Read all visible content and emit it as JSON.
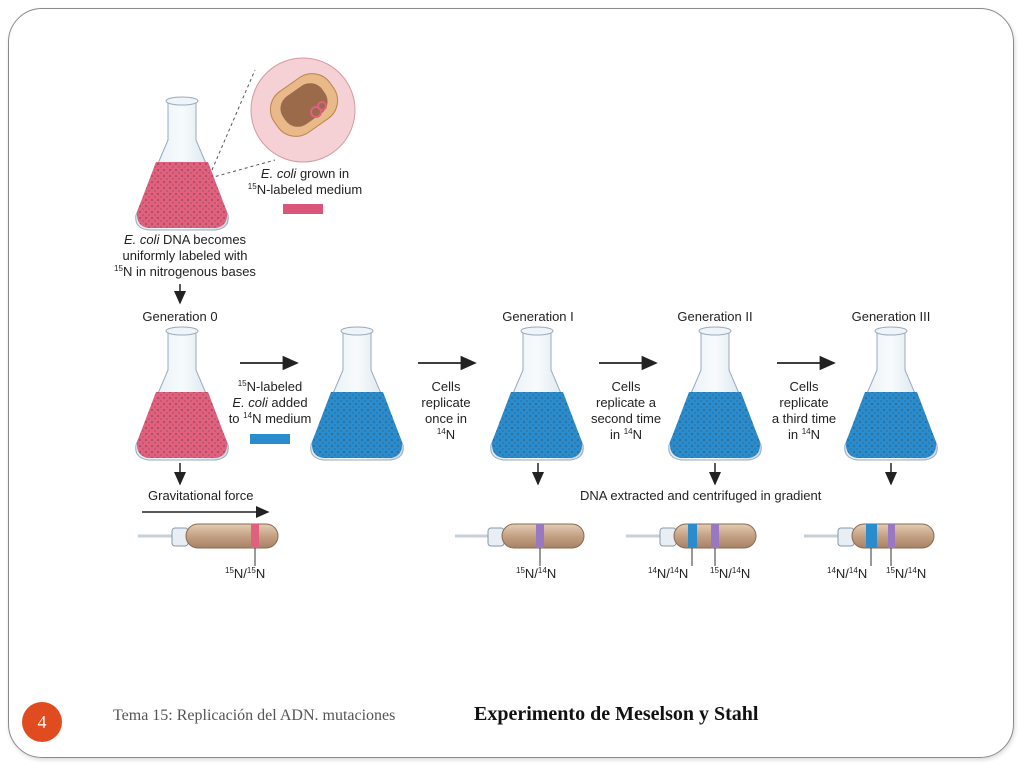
{
  "slide": {
    "number": "4",
    "topic": "Tema 15: Replicación del ADN. mutaciones",
    "title": "Experimento de Meselson y Stahl"
  },
  "labels": {
    "ecoli_grown_italic": "E. coli",
    "ecoli_grown_rest": " grown in",
    "labeled_medium_sup": "15",
    "labeled_medium": "N-labeled medium",
    "dna_line1_italic": "E. coli",
    "dna_line1_rest": " DNA becomes",
    "dna_line2": "uniformly labeled with",
    "dna_line3_sup": "15",
    "dna_line3": "N in nitrogenous bases",
    "gen0": "Generation 0",
    "gen1": "Generation I",
    "gen2": "Generation II",
    "gen3": "Generation III",
    "added_line1_sup": "15",
    "added_line1": "N-labeled",
    "added_line2_italic": "E. coli",
    "added_line2_rest": " added",
    "added_line3_pre": "to ",
    "added_line3_sup": "14",
    "added_line3": "N medium",
    "rep1_line1": "Cells",
    "rep1_line2": "replicate",
    "rep1_line3": "once in",
    "rep1_line4_sup": "14",
    "rep1_line4": "N",
    "rep2_line1": "Cells",
    "rep2_line2": "replicate a",
    "rep2_line3": "second time",
    "rep2_line4_pre": "in ",
    "rep2_line4_sup": "14",
    "rep2_line4": "N",
    "rep3_line1": "Cells",
    "rep3_line2": "replicate",
    "rep3_line3": "a third time",
    "rep3_line4_pre": "in ",
    "rep3_line4_sup": "14",
    "rep3_line4": "N",
    "gravitational": "Gravitational force",
    "extracted": "DNA extracted and centrifuged in gradient",
    "n15": "15",
    "n14": "14",
    "N": "N",
    "slash": "/"
  },
  "colors": {
    "pink_medium": "#e0607e",
    "blue_medium": "#2a8ccc",
    "band_hybrid": "#9878c0",
    "tube": "#c9a688",
    "accent": "#e04c1f"
  }
}
